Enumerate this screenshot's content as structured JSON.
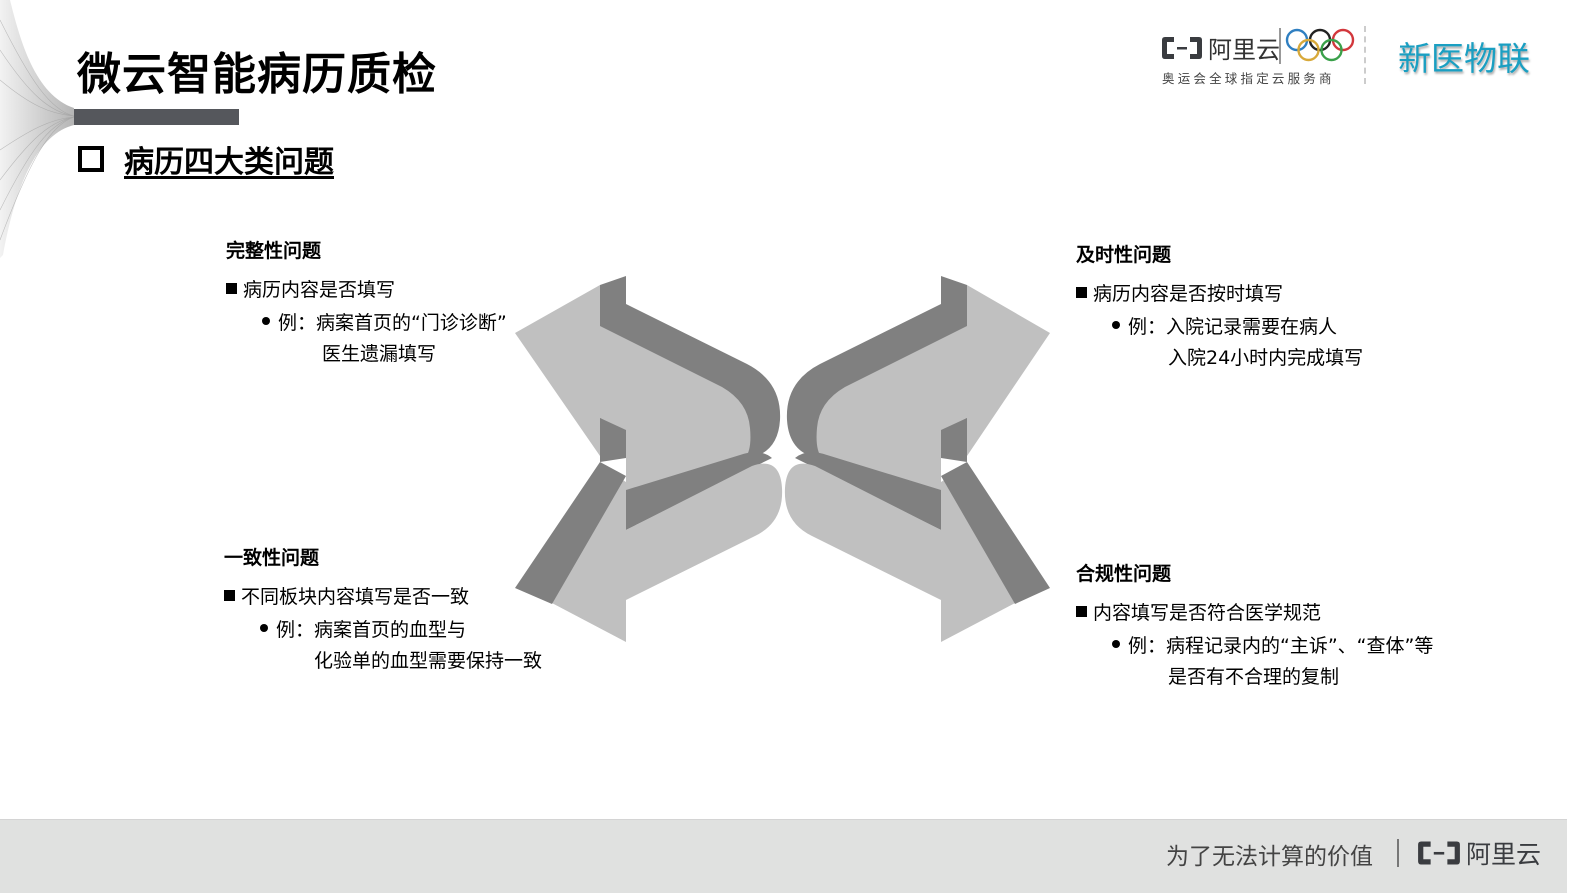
{
  "header": {
    "title": "微云智能病历质检",
    "subtitle": "病历四大类问题"
  },
  "logos": {
    "aliyun_name": "阿里云",
    "sponsor_text": "奥运会全球指定云服务商",
    "brand": "新医物联",
    "rings_colors": [
      "#2f7fc1",
      "#222222",
      "#d2373c",
      "#d8a93a",
      "#3aa04a"
    ]
  },
  "quadrants": {
    "top_left": {
      "heading": "完整性问题",
      "point": "病历内容是否填写",
      "example_line1": "例：病案首页的“门诊诊断”",
      "example_line2": "医生遗漏填写"
    },
    "top_right": {
      "heading": "及时性问题",
      "point": "病历内容是否按时填写",
      "example_line1": "例：入院记录需要在病人",
      "example_line2": "入院24小时内完成填写"
    },
    "bottom_left": {
      "heading": "一致性问题",
      "point": "不同板块内容填写是否一致",
      "example_line1": "例：病案首页的血型与",
      "example_line2": "化验单的血型需要保持一致"
    },
    "bottom_right": {
      "heading": "合规性问题",
      "point": "内容填写是否符合医学规范",
      "example_line1": "例：病程记录内的“主诉”、“查体”等",
      "example_line2": "是否有不合理的复制"
    }
  },
  "colors": {
    "arrow_face": "#c0c0c0",
    "arrow_side": "#808080",
    "title_bar": "#55575c",
    "brand": "#1a9fc2",
    "footer_bg": "#e0e1e0"
  },
  "footer": {
    "slogan": "为了无法计算的价值",
    "logo_name": "阿里云"
  }
}
